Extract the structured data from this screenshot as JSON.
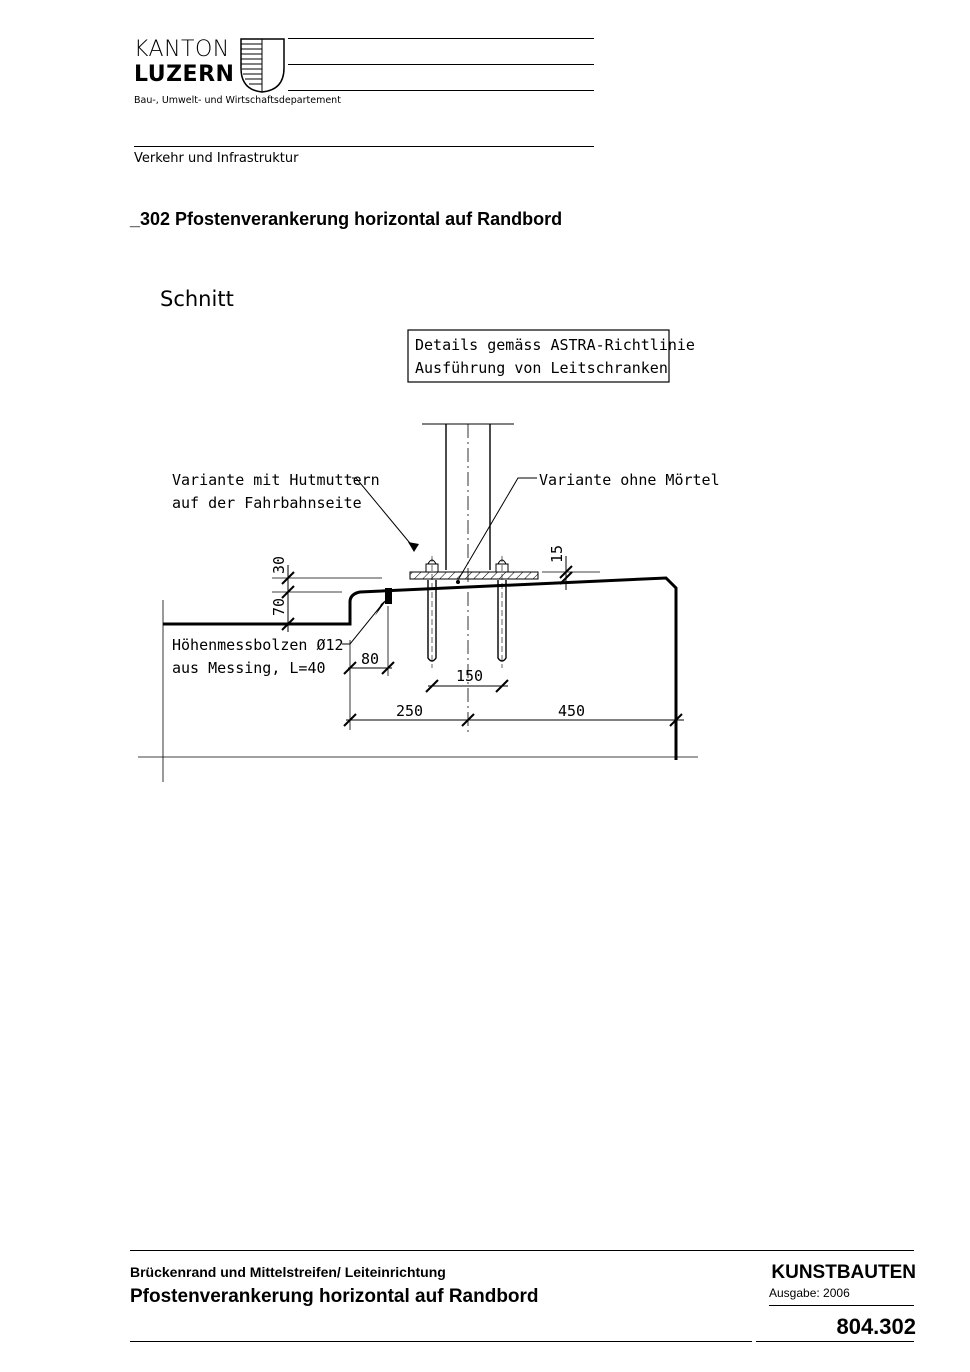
{
  "header": {
    "org_line1": "KANTON",
    "org_line2": "LUZERN",
    "department": "Bau-, Umwelt- und Wirtschaftsdepartement",
    "division": "Verkehr und Infrastruktur"
  },
  "document": {
    "title": "_302 Pfostenverankerung horizontal auf Randbord"
  },
  "drawing": {
    "section_label": "Schnitt",
    "note_box": [
      "Details gemäss ASTRA-Richtlinie",
      "Ausführung von Leitschranken"
    ],
    "label_hutmuttern": [
      "Variante mit Hutmuttern",
      "auf der Fahrbahnseite"
    ],
    "label_ohne_moertel": "Variante ohne Mörtel",
    "label_bolzen": [
      "Höhenmessbolzen Ø12",
      "aus Messing, L=40"
    ],
    "dimensions": {
      "d30": "30",
      "d70": "70",
      "d15": "15",
      "d80": "80",
      "d150": "150",
      "d250": "250",
      "d450": "450"
    }
  },
  "footer": {
    "subtitle": "Brückenrand und Mittelstreifen/ Leiteinrichtung",
    "title": "Pfostenverankerung horizontal auf Randbord",
    "category": "KUNSTBAUTEN",
    "edition": "Ausgabe: 2006",
    "number": "804.302"
  }
}
